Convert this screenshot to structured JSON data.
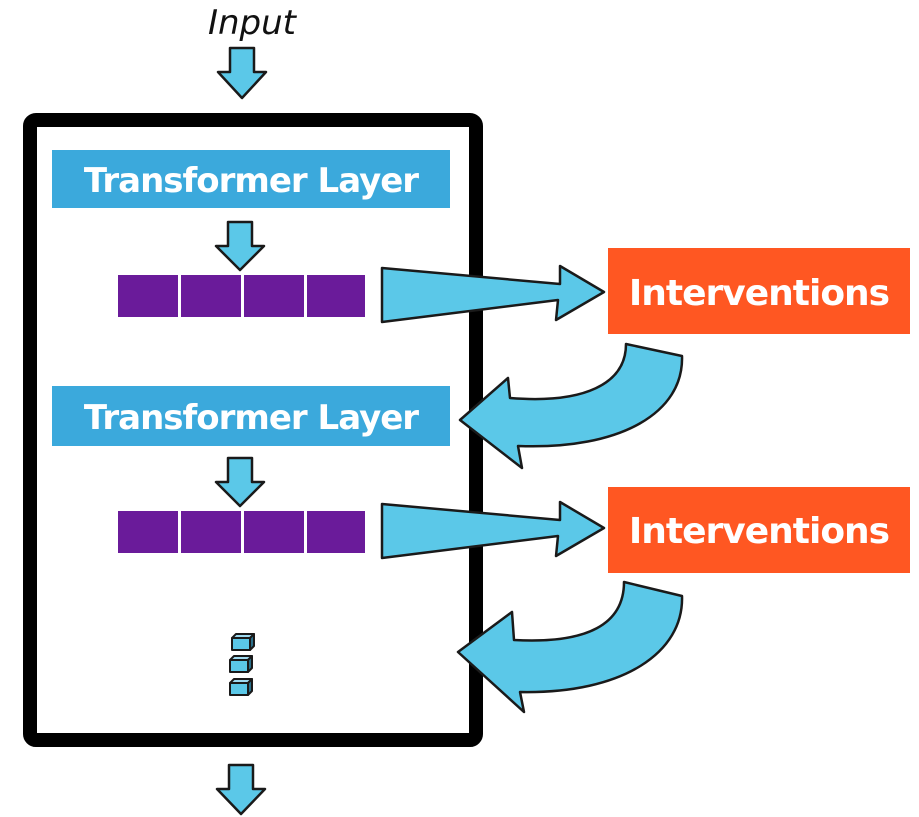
{
  "input_label": "Input",
  "layers": [
    {
      "label": "Transformer Layer"
    },
    {
      "label": "Transformer Layer"
    }
  ],
  "interventions": [
    {
      "label": "Interventions"
    },
    {
      "label": "Interventions"
    }
  ],
  "representation_cells_per_row": 4,
  "ellipsis_icon": "stacked-blocks-ellipsis",
  "colors": {
    "layer_box": "#3BA9DC",
    "intervention_box": "#FF5722",
    "representation_cell": "#6A1B9A",
    "arrow_fill": "#5BC8E8",
    "frame": "#000000"
  }
}
